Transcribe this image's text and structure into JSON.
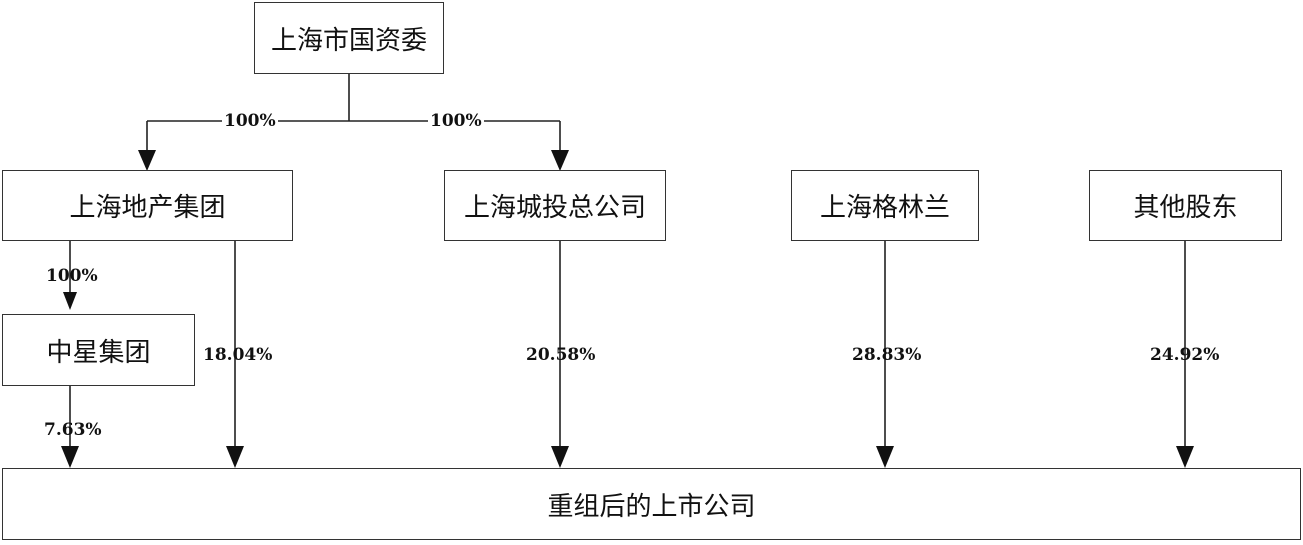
{
  "nodes": {
    "sasac": "上海市国资委",
    "land_group": "上海地产集团",
    "chengtou": "上海城投总公司",
    "gelinlan": "上海格林兰",
    "other_shareholders": "其他股东",
    "zhongxing": "中星集团",
    "listed_company": "重组后的上市公司"
  },
  "edges": {
    "sasac_to_land_group": "100%",
    "sasac_to_chengtou": "100%",
    "land_group_to_zhongxing": "100%",
    "land_group_to_listed": "18.04%",
    "zhongxing_to_listed": "7.63%",
    "chengtou_to_listed": "20.58%",
    "gelinlan_to_listed": "28.83%",
    "other_to_listed": "24.92%"
  }
}
